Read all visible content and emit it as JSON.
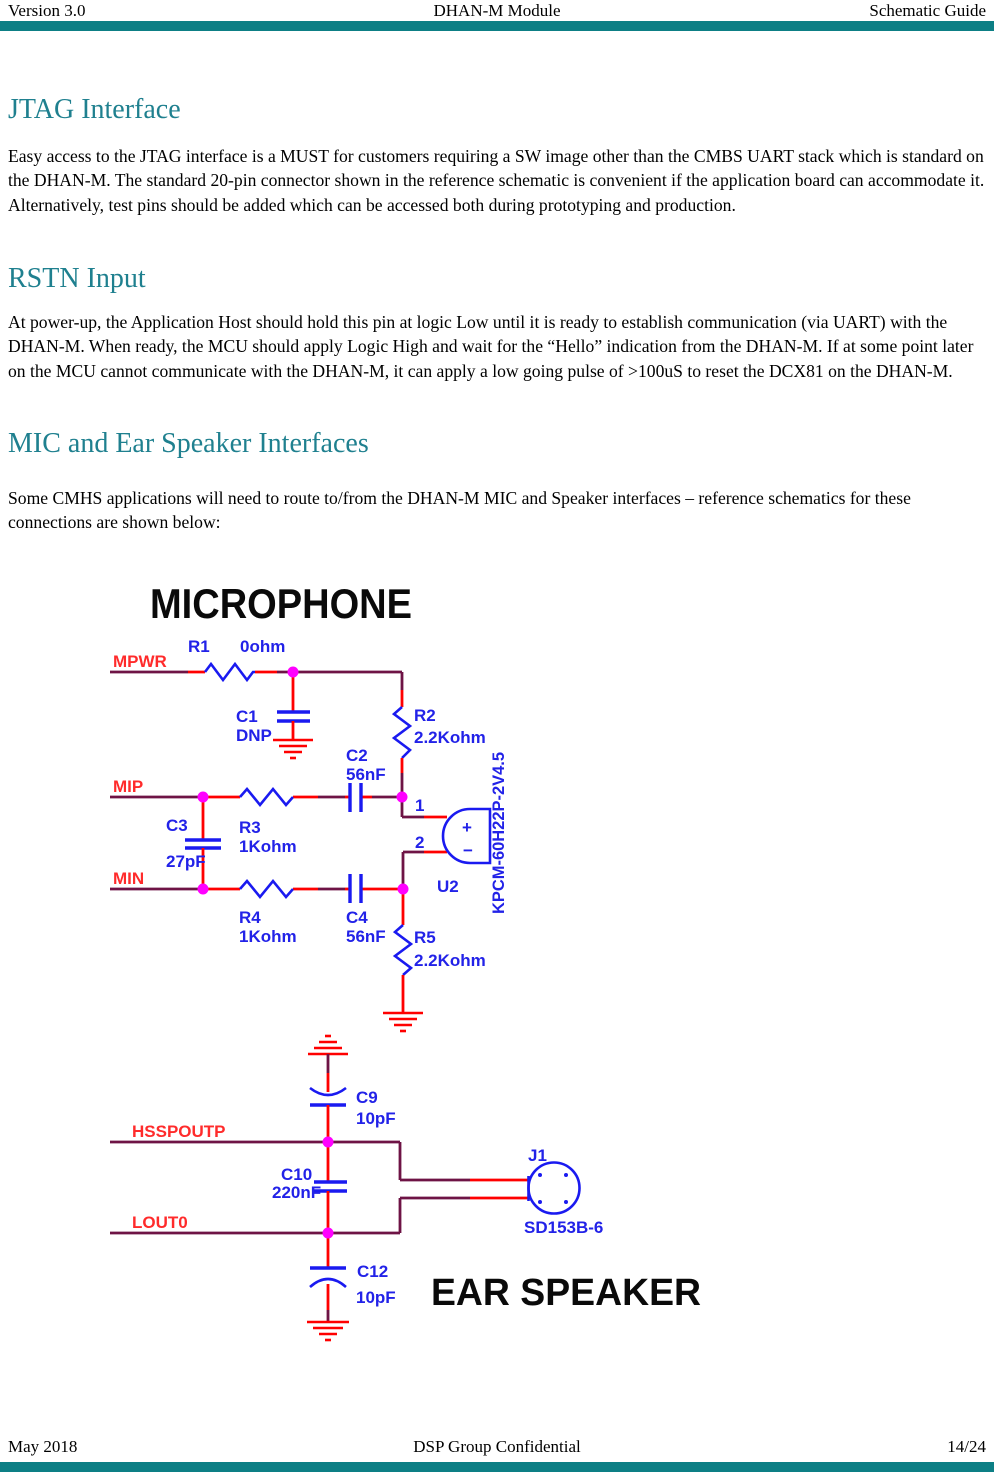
{
  "header": {
    "left": "Version 3.0",
    "center": "DHAN-M Module",
    "right": "Schematic Guide"
  },
  "footer": {
    "left": "May 2018",
    "center": "DSP Group Confidential",
    "right": "14/24"
  },
  "colors": {
    "rule_teal": "#0d7f85",
    "heading_teal": "#1f808f",
    "wire_dark": "#6e1345",
    "wire_red": "#ff0000",
    "component_blue": "#1a1af0",
    "junction_magenta": "#ff00ff",
    "net_label_red": "#ff2b2b"
  },
  "sections": [
    {
      "heading": "JTAG Interface",
      "body": "Easy access to the JTAG interface is a MUST for customers requiring a SW image other than the CMBS UART stack which is standard on the DHAN-M. The standard 20-pin connector shown in the reference schematic is convenient if the application board can accommodate it. Alternatively, test pins should be added which can be accessed both during prototyping and production."
    },
    {
      "heading": "RSTN Input",
      "body": "At power-up, the Application Host should hold this pin at logic Low until it is ready to establish communication (via UART) with the DHAN-M. When ready, the MCU should apply Logic High and wait for the “Hello” indication from the DHAN-M. If at some point later on the MCU cannot communicate with the DHAN-M, it can apply a low going pulse of >100uS to reset the DCX81 on the DHAN-M."
    },
    {
      "heading": "MIC and Ear Speaker Interfaces",
      "body": "Some CMHS applications will need to route to/from the DHAN-M MIC and Speaker interfaces – reference schematics for these connections are shown below:"
    }
  ],
  "schematic": {
    "mic_title": "MICROPHONE",
    "ear_title": "EAR SPEAKER",
    "net_mpwr": "MPWR",
    "net_mip": "MIP",
    "net_min": "MIN",
    "net_hsspoutp": "HSSPOUTP",
    "net_lout0": "LOUT0",
    "r1_ref": "R1",
    "r1_val": "0ohm",
    "r2_ref": "R2",
    "r2_val": "2.2Kohm",
    "r3_ref": "R3",
    "r3_val": "1Kohm",
    "r4_ref": "R4",
    "r4_val": "1Kohm",
    "r5_ref": "R5",
    "r5_val": "2.2Kohm",
    "c1_ref": "C1",
    "c1_val": "DNP",
    "c2_ref": "C2",
    "c2_val": "56nF",
    "c3_ref": "C3",
    "c3_val": "27pF",
    "c4_ref": "C4",
    "c4_val": "56nF",
    "c9_ref": "C9",
    "c9_val": "10pF",
    "c10_ref": "C10",
    "c10_val": "220nF",
    "c12_ref": "C12",
    "c12_val": "10pF",
    "pin1": "1",
    "pin2": "2",
    "u2_ref": "U2",
    "u2_part": "KPCM-60H22P-2V4.5",
    "u2_plus": "+",
    "u2_minus": "−",
    "j1_ref": "J1",
    "j1_part": "SD153B-6"
  }
}
